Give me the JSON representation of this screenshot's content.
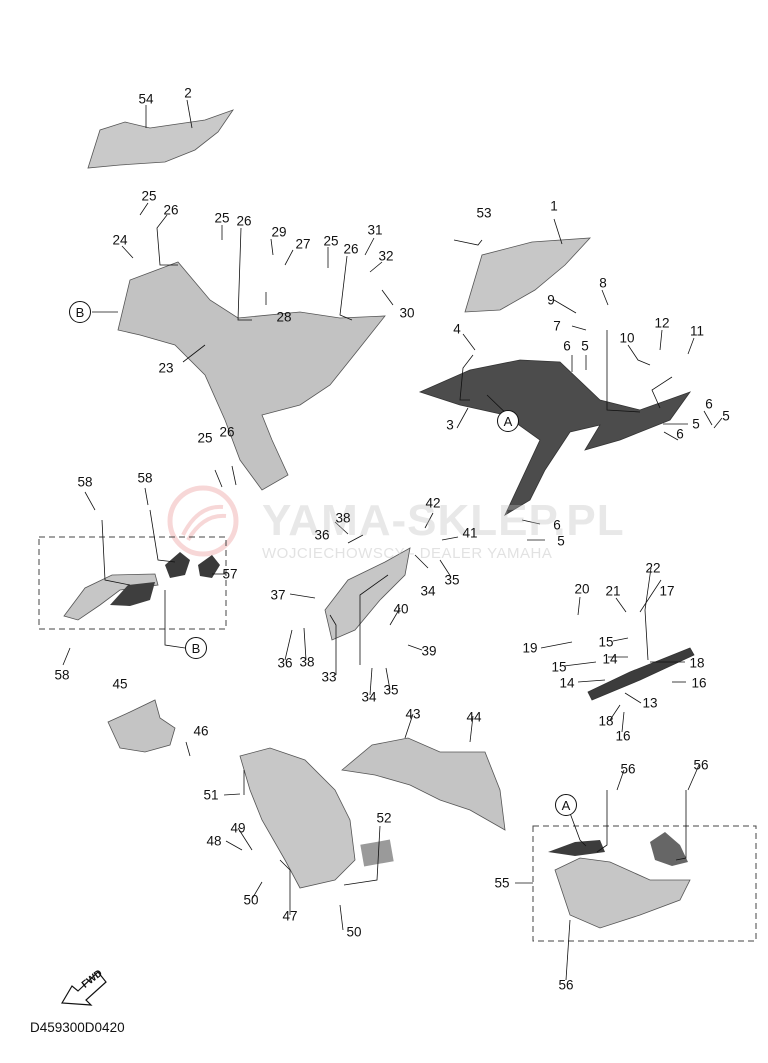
{
  "watermark": {
    "title": "YAMA-SKLEP.PL",
    "subtitle": "WOJCIECHOWSCY - DEALER YAMAHA"
  },
  "diagram_code": "D459300D0420",
  "fwd_label": "FWD",
  "reference_markers": {
    "a": "A",
    "b": "B"
  },
  "callouts": {
    "c1": "1",
    "c2": "2",
    "c3": "3",
    "c4": "4",
    "c5": "5",
    "c6": "6",
    "c7": "7",
    "c8": "8",
    "c9": "9",
    "c10": "10",
    "c11": "11",
    "c12": "12",
    "c13": "13",
    "c14": "14",
    "c15": "15",
    "c16": "16",
    "c17": "17",
    "c18": "18",
    "c19": "19",
    "c20": "20",
    "c21": "21",
    "c22": "22",
    "c23": "23",
    "c24": "24",
    "c25": "25",
    "c26": "26",
    "c27": "27",
    "c28": "28",
    "c29": "29",
    "c30": "30",
    "c31": "31",
    "c32": "32",
    "c33": "33",
    "c34": "34",
    "c35": "35",
    "c36": "36",
    "c37": "37",
    "c38": "38",
    "c39": "39",
    "c40": "40",
    "c41": "41",
    "c42": "42",
    "c43": "43",
    "c44": "44",
    "c45": "45",
    "c46": "46",
    "c47": "47",
    "c48": "48",
    "c49": "49",
    "c50": "50",
    "c51": "51",
    "c52": "52",
    "c53": "53",
    "c54": "54",
    "c55": "55",
    "c56": "56",
    "c57": "57",
    "c58": "58"
  },
  "colors": {
    "part_fill": "#c4c4c4",
    "part_stroke": "#555555",
    "dark_part": "#4a4a4a",
    "line": "#111111",
    "watermark_logo": "#f2b8b8"
  }
}
